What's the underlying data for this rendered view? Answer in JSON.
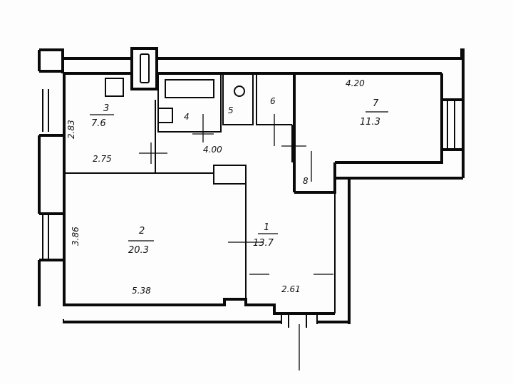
{
  "colors": {
    "ink": "#0a0a0a",
    "paper": "#fdfdfd"
  },
  "rooms": [
    {
      "number": "1",
      "area": "13.7"
    },
    {
      "number": "2",
      "area": "20.3"
    },
    {
      "number": "3",
      "area": "7.6"
    },
    {
      "number": "4",
      "area": ""
    },
    {
      "number": "5",
      "area": ""
    },
    {
      "number": "6",
      "area": ""
    },
    {
      "number": "7",
      "area": "11.3"
    },
    {
      "number": "8",
      "area": ""
    }
  ],
  "dimensions": {
    "room3_width": "2.75",
    "room3_depth": "2.83",
    "room2_width": "5.38",
    "room2_depth": "3.86",
    "hall_length": "4.00",
    "room7_width": "4.20",
    "hall_bottom_width": "2.61"
  }
}
